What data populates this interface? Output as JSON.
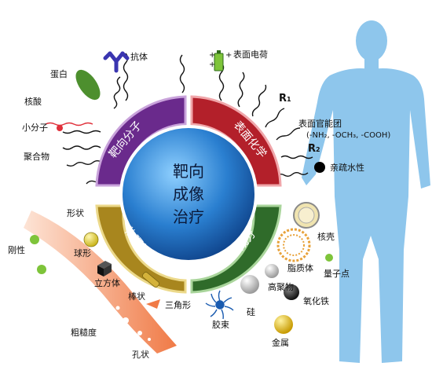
{
  "center": {
    "line1": "靶向",
    "line2": "成像",
    "line3": "治疗"
  },
  "quadrants": {
    "top_left": {
      "label": "靶向分子",
      "color": "#6a2a8c"
    },
    "top_right": {
      "label": "表面化学",
      "color": "#b3202a"
    },
    "bottom_left": {
      "label": "物理性质",
      "color": "#a8861e"
    },
    "bottom_right": {
      "label": "成分",
      "color": "#2f6b2a"
    }
  },
  "targeting": {
    "antibody": "抗体",
    "protein": "蛋白",
    "nucleic_acid": "核酸",
    "small_molecule": "小分子",
    "polymer": "聚合物"
  },
  "surface": {
    "charge": "表面电荷",
    "r1": "R",
    "r1_sub": "1",
    "r2": "R",
    "r2_sub": "2",
    "functional_group": "表面官能团",
    "functional_group_formula": "(-NH₂, -OCH₃, -COOH)",
    "hydrophobicity": "亲疏水性"
  },
  "physical": {
    "shape": "形状",
    "rigidity": "刚性",
    "sphere": "球形",
    "cube": "立方体",
    "rod": "棒状",
    "triangle": "三角形",
    "roughness": "粗糙度",
    "porous": "孔状"
  },
  "composition": {
    "core_shell": "核壳",
    "liposome": "脂质体",
    "quantum_dot": "量子点",
    "polymer": "高聚物",
    "silicon": "硅",
    "iron_oxide": "氧化铁",
    "micelle": "胶束",
    "metal": "金属"
  },
  "colors": {
    "center_blue": "#1f6fc0",
    "body_blue": "#8ec6ec",
    "roughness_orange": "#f08a5a"
  }
}
